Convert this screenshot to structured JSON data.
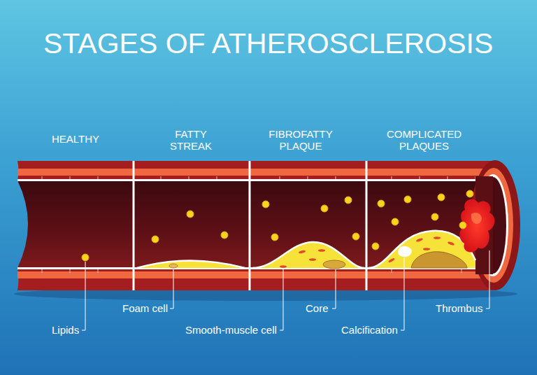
{
  "diagram": {
    "title": "STAGES OF ATHEROSCLEROSIS",
    "labels": [
      "HEALTHY",
      "FATTY STREAK",
      "FIBROFATTY PLAQUE",
      "COMPLICATED PLAQUES",
      "Lipids",
      "Foam cell",
      "Smooth-muscle cell",
      "Core",
      "Calcification",
      "Thrombus"
    ]
  }
}
